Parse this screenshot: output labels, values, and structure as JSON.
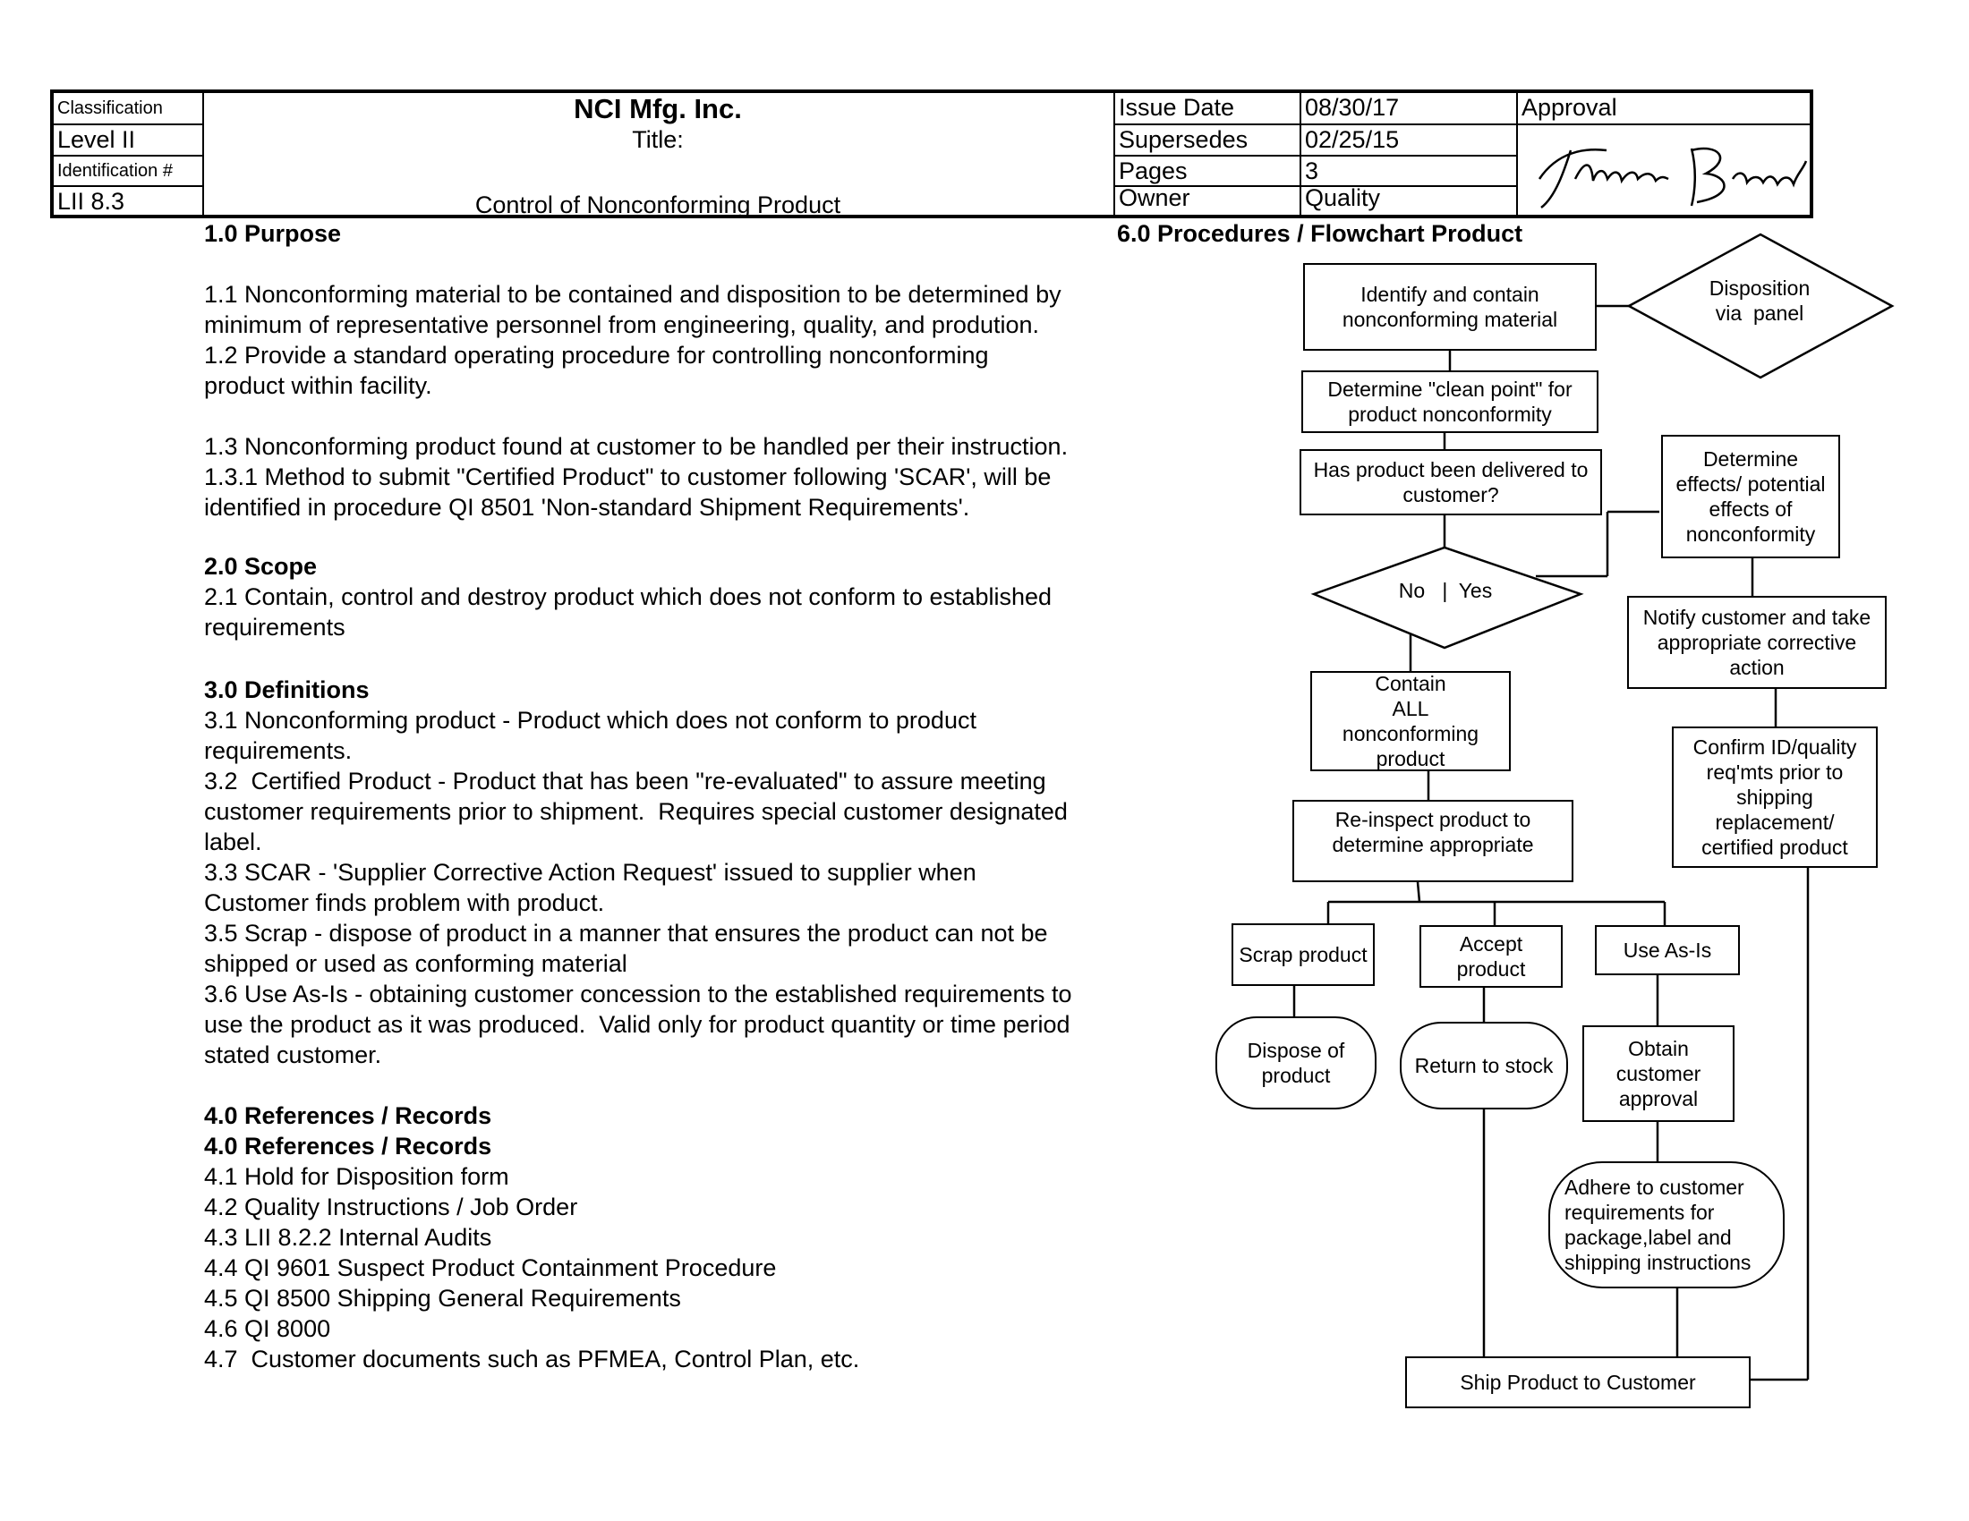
{
  "header": {
    "classification_label": "Classification",
    "company": "NCI Mfg. Inc.",
    "issue_date_label": "Issue Date",
    "issue_date": "08/30/17",
    "approval_label": "Approval",
    "level": "Level II",
    "title_label": "Title:",
    "supersedes_label": "Supersedes",
    "supersedes": "02/25/15",
    "identification_label": "Identification #",
    "pages_label": "Pages",
    "pages": "3",
    "identification": "LII 8.3",
    "title": "Control of Nonconforming Product",
    "owner_label": "Owner",
    "owner": "Quality",
    "signature": "Theresa Brown"
  },
  "left": {
    "purpose_heading": "1.0 Purpose",
    "p1_1a": "1.1 Nonconforming material to be contained and disposition to be determined by",
    "p1_1b": "minimum of representative personnel from engineering, quality, and prodution.",
    "p1_2a": "1.2 Provide a standard operating procedure for controlling nonconforming",
    "p1_2b": "product within facility.",
    "p1_3": "1.3 Nonconforming product found at customer to be handled per their instruction.",
    "p1_3_1a": "1.3.1 Method to submit \"Certified Product\" to customer following 'SCAR', will be",
    "p1_3_1b": "identified in procedure QI 8501 'Non-standard Shipment Requirements'.",
    "scope_heading": "2.0 Scope",
    "p2_1a": "2.1 Contain, control and destroy product which does not conform to established",
    "p2_1b": "requirements",
    "defs_heading": "3.0 Definitions",
    "p3_1a": "3.1 Nonconforming product - Product which does not conform to product",
    "p3_1b": "requirements.",
    "p3_2a": "3.2  Certified Product - Product that has been \"re-evaluated\" to assure meeting",
    "p3_2b": "customer requirements prior to shipment.  Requires special customer designated",
    "p3_2c": "label.",
    "p3_3a": "3.3 SCAR - 'Supplier Corrective Action Request' issued to supplier when",
    "p3_3b": "Customer finds problem with product.",
    "p3_5a": "3.5 Scrap - dispose of product in a manner that ensures the product can not be",
    "p3_5b": "shipped or used as conforming material",
    "p3_6a": "3.6 Use As-Is - obtaining customer concession to the established requirements to",
    "p3_6b": "use the product as it was produced.  Valid only for product quantity or time period",
    "p3_6c": "stated customer.",
    "refs_heading_1": "4.0 References / Records",
    "refs_heading_2": "4.0 References / Records",
    "r4_1": "4.1 Hold for Disposition form",
    "r4_2": "4.2 Quality Instructions / Job Order",
    "r4_3": "4.3 LII 8.2.2 Internal Audits",
    "r4_4": "4.4 QI 9601 Suspect Product Containment Procedure",
    "r4_5": "4.5 QI 8500 Shipping General Requirements",
    "r4_6": "4.6 QI 8000",
    "r4_7": "4.7  Customer documents such as PFMEA, Control Plan, etc."
  },
  "flowchart": {
    "title": "6.0 Procedures / Flowchart Product",
    "identify": "Identify and contain nonconforming material",
    "disposition": "Disposition\nvia  panel",
    "clean_point": "Determine \"clean point\" for product nonconformity",
    "delivered": "Has product been delivered to customer?",
    "effects": "Determine effects/ potential effects of nonconformity",
    "no_yes": "No   |  Yes",
    "notify": "Notify customer and take appropriate corrective action",
    "contain_all": "Contain\nALL\nnonconforming\nproduct",
    "confirm": "Confirm ID/quality req'mts prior to shipping replacement/ certified product",
    "reinspect": "Re-inspect product to determine appropriate",
    "scrap": "Scrap product",
    "accept": "Accept product",
    "use_as_is": "Use As-Is",
    "dispose": "Dispose of product",
    "return": "Return to stock",
    "obtain": "Obtain customer approval",
    "adhere": "Adhere to customer requirements for package,label and shipping instructions",
    "ship": "Ship Product to Customer"
  }
}
